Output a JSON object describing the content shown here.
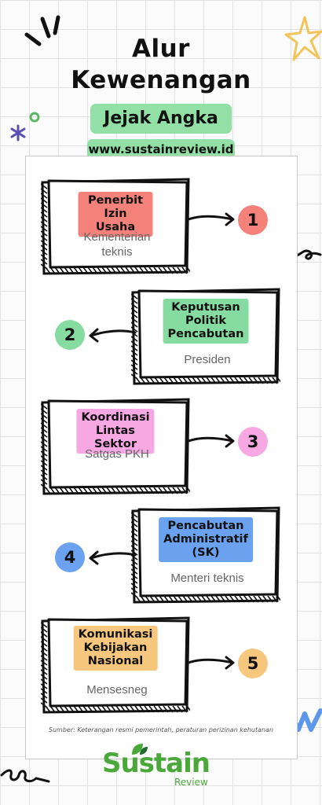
{
  "header": {
    "title_line1": "Alur",
    "title_line2": "Kewenangan",
    "subtitle": "Jejak Angka",
    "website": "www.sustainreview.id"
  },
  "steps": [
    {
      "number": "1",
      "label": "Penerbit Izin\nUsaha",
      "actor": "Kementerian\nteknis",
      "color": "#f4827a"
    },
    {
      "number": "2",
      "label": "Keputusan\nPolitik\nPencabutan",
      "actor": "Presiden",
      "color": "#86dba0"
    },
    {
      "number": "3",
      "label": "Koordinasi\nLintas Sektor",
      "actor": "Satgas PKH",
      "color": "#f7a8e3"
    },
    {
      "number": "4",
      "label": "Pencabutan\nAdministratif\n(SK)",
      "actor": "Menteri teknis",
      "color": "#6ba2ef"
    },
    {
      "number": "5",
      "label": "Komunikasi\nKebijakan\nNasional",
      "actor": "Mensesneg",
      "color": "#f6c77d"
    }
  ],
  "source": "Sumber: Keterangan resmi pemerintah, peraturan perizinan kehutanan",
  "logo": {
    "brand": "Sustain",
    "tagline": "Review"
  },
  "colors": {
    "green": "#92e0a6",
    "logo_green": "#4aa83a"
  }
}
